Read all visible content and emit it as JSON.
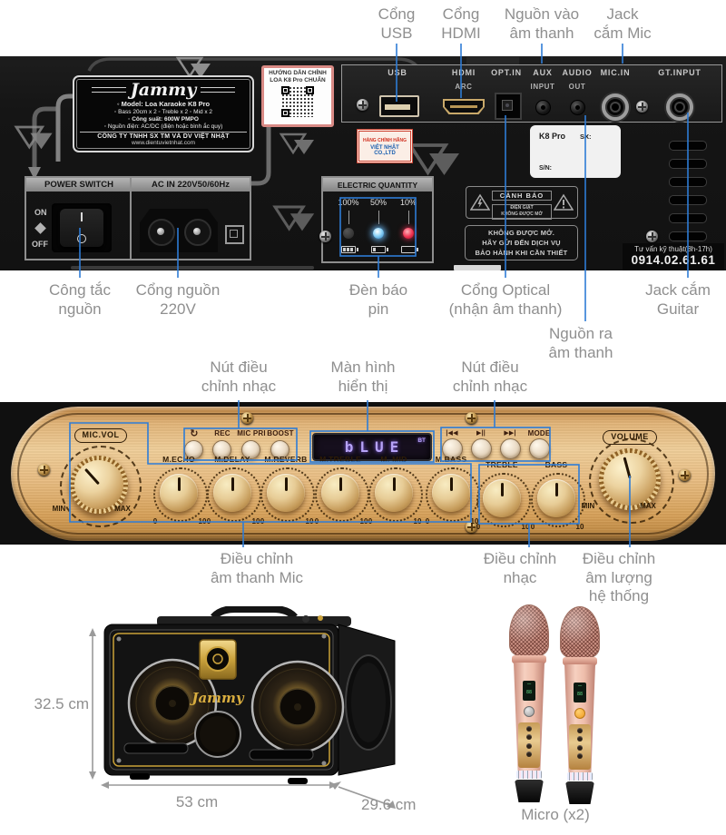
{
  "callouts": {
    "usb": "Cổng\nUSB",
    "hdmi": "Cổng\nHDMI",
    "audio_in": "Nguồn vào\nâm thanh",
    "mic_jack": "Jack\ncắm Mic",
    "power_switch": "Công tắc\nnguồn",
    "power_port": "Cổng nguồn\n220V",
    "battery_led": "Đèn báo\npin",
    "optical": "Cổng Optical\n(nhận âm thanh)",
    "audio_out": "Nguồn ra\nâm thanh",
    "guitar_jack": "Jack cắm\nGuitar",
    "music_buttons_left": "Nút điều\nchỉnh nhạc",
    "display_screen": "Màn hình\nhiển thị",
    "music_buttons_right": "Nút điều\nchỉnh nhạc",
    "mic_adjust": "Điều chỉnh\nâm thanh Mic",
    "music_adjust": "Điều chỉnh\nnhạc",
    "volume_adjust": "Điều chỉnh\nâm lượng\nhệ thống",
    "micro": "Micro (x2)"
  },
  "back_panel": {
    "plate": {
      "brand": "Jammy",
      "model": "◦ Model: Loa Karaoke K8 Pro",
      "spec_drivers": "◦ Bass 20cm x 2  ◦ Treble x 2  ◦ Mid x 2",
      "power_spec": "◦ Công suất: 600W PMPO",
      "source_spec": "◦ Nguồn điện: AC/DC (điện hoặc bình ắc quy)",
      "company": "CÔNG TY TNHH SX TM VÀ DV VIỆT NHẬT",
      "website": "www.dientuvietnhat.com"
    },
    "qr_sticker": {
      "title": "HƯỚNG DẪN CHỈNH\nLOA K8 Pro CHUẨN"
    },
    "ports": {
      "usb": "USB",
      "hdmi": "HDMI",
      "hdmi_sub": "ARC",
      "optical": "OPT.IN",
      "aux": "AUX",
      "aux_sub": "INPUT",
      "audio": "AUDIO",
      "audio_sub": "OUT",
      "mic": "MIC.IN",
      "guitar": "GT.INPUT"
    },
    "power_section": {
      "switch_title": "POWER SWITCH",
      "ac_title": "AC IN 220V50/60Hz",
      "on": "ON",
      "off": "OFF"
    },
    "battery_section": {
      "title": "ELECTRIC QUANTITY",
      "levels": [
        "100%",
        "50%",
        "10%"
      ]
    },
    "serial_sticker": {
      "model": "K8 Pro",
      "sx": "SX:",
      "sn": "S/N:"
    },
    "authentic_sticker": {
      "line1": "HÀNG CHÍNH HÃNG",
      "line2": "VIỆT NHẬT CO.,LTD"
    },
    "warning_sticker": {
      "title": "CẢNH BÁO",
      "body": "ĐIỆN GIẬT\nKHÔNG ĐƯỢC MỞ"
    },
    "service_sticker": "KHÔNG ĐƯỢC MỞ.\nHÃY GỬI ĐẾN DỊCH VỤ\nBẢO HÀNH KHI CẦN THIẾT",
    "hotline": {
      "label": "Tư vấn kỹ thuật(8h-17h)",
      "number": "0914.02.61.61"
    }
  },
  "control_panel": {
    "mic_vol": {
      "label": "MIC.VOL",
      "min": "MIN",
      "max": "MAX"
    },
    "volume": {
      "label": "VOLUME",
      "min": "MIN",
      "max": "MAX"
    },
    "display": {
      "text": "bLUE",
      "badge": "BT"
    },
    "buttons_left": [
      "↻",
      "REC",
      "MIC PRI",
      "BOOST"
    ],
    "buttons_right": [
      "|◀◀",
      "▶||",
      "▶▶|",
      "MODE"
    ],
    "knobs": [
      {
        "label": "M.ECHO",
        "min": "0",
        "max": "10"
      },
      {
        "label": "M.DELAY",
        "min": "0",
        "max": "10"
      },
      {
        "label": "M.REVERB",
        "min": "0",
        "max": "10"
      },
      {
        "label": "M.TREBLE",
        "min": "0",
        "max": "10"
      },
      {
        "label": "M. MID",
        "min": "0",
        "max": "10"
      },
      {
        "label": "M.BASS",
        "min": "0",
        "max": "10"
      },
      {
        "label": "TREBLE",
        "min": "0",
        "max": "10"
      },
      {
        "label": "BASS",
        "min": "0",
        "max": "10"
      }
    ]
  },
  "product": {
    "front_brand": "Jammy",
    "dim_height": "32.5 cm",
    "dim_width": "53 cm",
    "dim_depth": "29.6 cm"
  },
  "colors": {
    "callout_blue": "#2e7cd6",
    "annotation_gray": "#8f8f8f",
    "gold": "#d8a968"
  }
}
